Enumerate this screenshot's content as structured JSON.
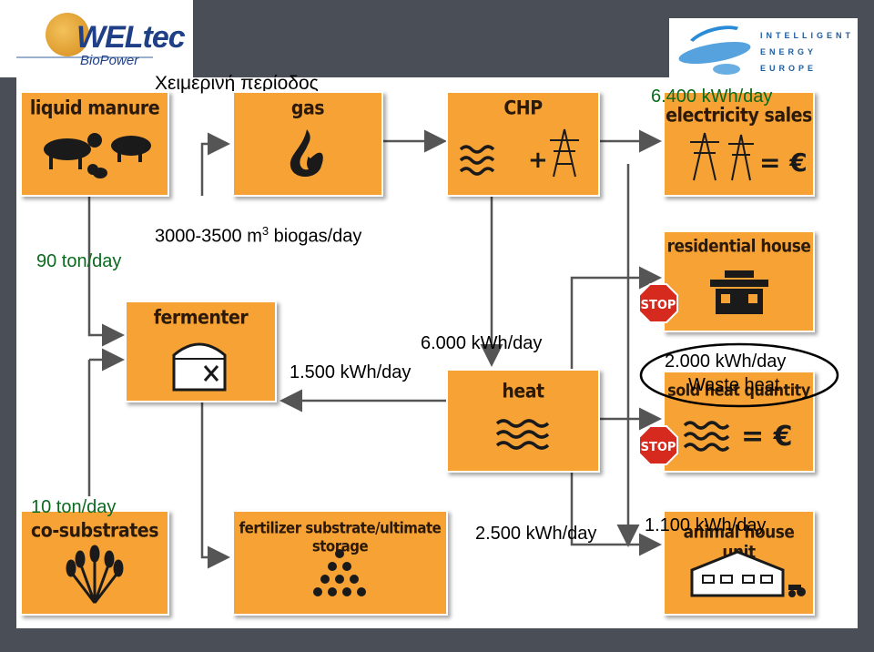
{
  "header": {
    "logo_text": "WELtec",
    "logo_sub": "BioPower",
    "iee_lines": [
      "INTELLIGENT",
      "ENERGY",
      "EUROPE"
    ],
    "period_title": "Χειμερινή περίοδος"
  },
  "boxes": {
    "liquid_manure": "liquid manure",
    "gas": "gas",
    "chp": "CHP",
    "electricity_sales": "electricity sales",
    "residential_house": "residential house",
    "fermenter": "fermenter",
    "heat": "heat",
    "sold_heat_quantity": "sold heat quantity",
    "co_substrates": "co-substrates",
    "fertilizer": "fertilizer substrate/ultimate storage",
    "animal_house": "animal house unit"
  },
  "labels": {
    "electricity_amount": "6.400 kWh/day",
    "manure_amount": "90 ton/day",
    "biogas_amount_prefix": "3000-3500 m",
    "biogas_amount_sup": "3",
    "biogas_amount_suffix": " biogas/day",
    "heat_total": "6.000 kWh/day",
    "fermenter_heat": "1.500 kWh/day",
    "sold_heat_amount": "2.000 kWh/day",
    "waste_heat": "Waste heat",
    "cosubstrate_amount": "10 ton/day",
    "storage_heat": "2.500 kWh/day",
    "animal_heat": "1.100 kWh/day"
  },
  "stop_sign": "STOP",
  "euro_symbol": "= €",
  "plus_symbol": "+",
  "colors": {
    "box": "#f6a235",
    "frame": "#4a4f57",
    "green_text": "#0a6a1e"
  }
}
